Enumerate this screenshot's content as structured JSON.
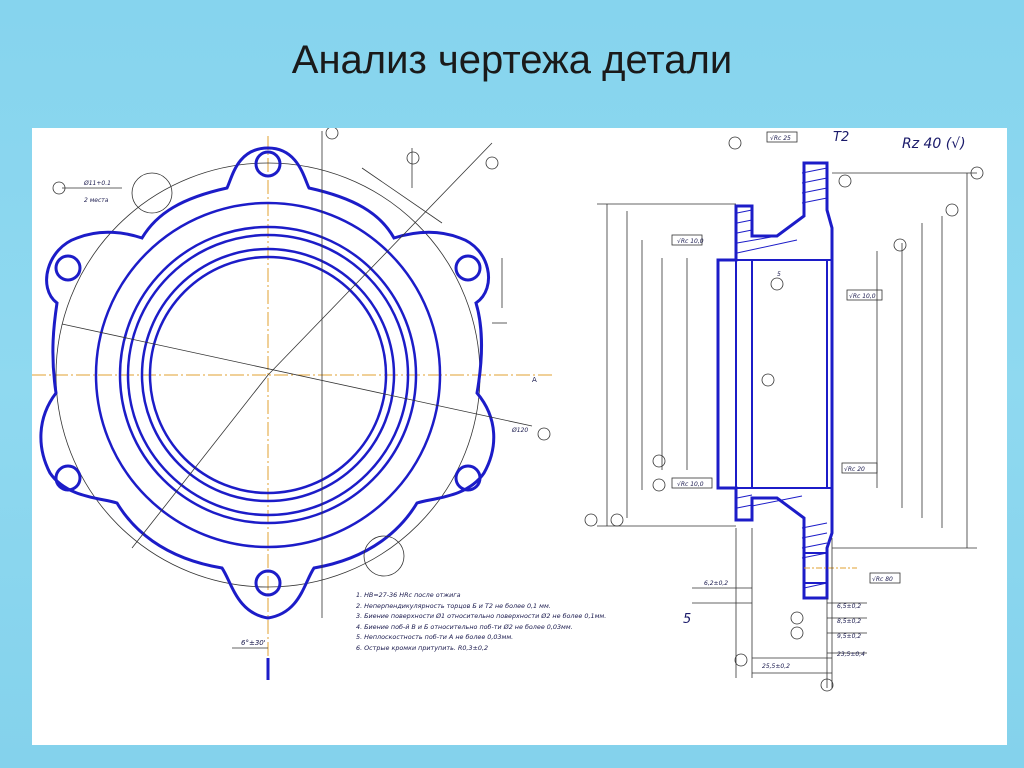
{
  "slide": {
    "title": "Анализ чертежа детали"
  },
  "drawing": {
    "surface_roughness": "Rz 40 (√)",
    "reference_t2": "T2",
    "reference_5": "5",
    "notes": [
      "1. НВ=27-36 HRc после отжига",
      "2. Неперпендикулярность торцов Б и Т2 не более 0,1 мм.",
      "3. Биение поверхности Ø1 относительно поверхности Ø2 не более 0,1мм.",
      "4. Биение поб-й В и Б относительно поб-ти Ø2 не более 0,03мм.",
      "5. Неплоскостность поб-ти А не более 0,03мм.",
      "6. Острые кромки притупить. R0,3±0,2"
    ]
  },
  "colors": {
    "background": "#8fd9f0",
    "sheet": "#ffffff",
    "contour": "#1c1cc8",
    "axis": "#e0a030",
    "dimension": "#1a1a4d"
  }
}
